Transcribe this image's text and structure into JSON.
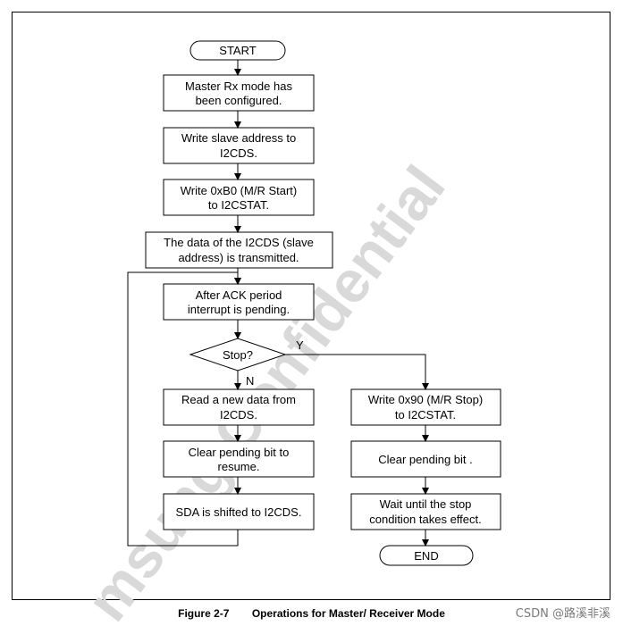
{
  "watermark": "msung Confidential",
  "nodes": {
    "start": "START",
    "configured": [
      "Master Rx mode has",
      "been configured."
    ],
    "write_addr": [
      "Write slave address to",
      "I2CDS."
    ],
    "write_b0": [
      "Write 0xB0 (M/R Start)",
      "to I2CSTAT."
    ],
    "transmitted": [
      "The data of the I2CDS (slave",
      "address) is transmitted."
    ],
    "ack": [
      "After ACK period",
      "interrupt is pending."
    ],
    "stop": "Stop?",
    "read": [
      "Read a new data from",
      "I2CDS."
    ],
    "clear_resume": [
      "Clear pending bit to",
      "resume."
    ],
    "shifted": [
      "SDA is shifted to I2CDS."
    ],
    "write_90": [
      "Write 0x90 (M/R Stop)",
      "to I2CSTAT."
    ],
    "clear": [
      "Clear pending bit ."
    ],
    "wait": [
      "Wait until the stop",
      "condition takes effect."
    ],
    "end": "END"
  },
  "edge_labels": {
    "yes": "Y",
    "no": "N"
  },
  "caption": {
    "number": "Figure 2-7",
    "title": "Operations for Master/ Receiver Mode"
  },
  "credit": "CSDN @路溪非溪"
}
